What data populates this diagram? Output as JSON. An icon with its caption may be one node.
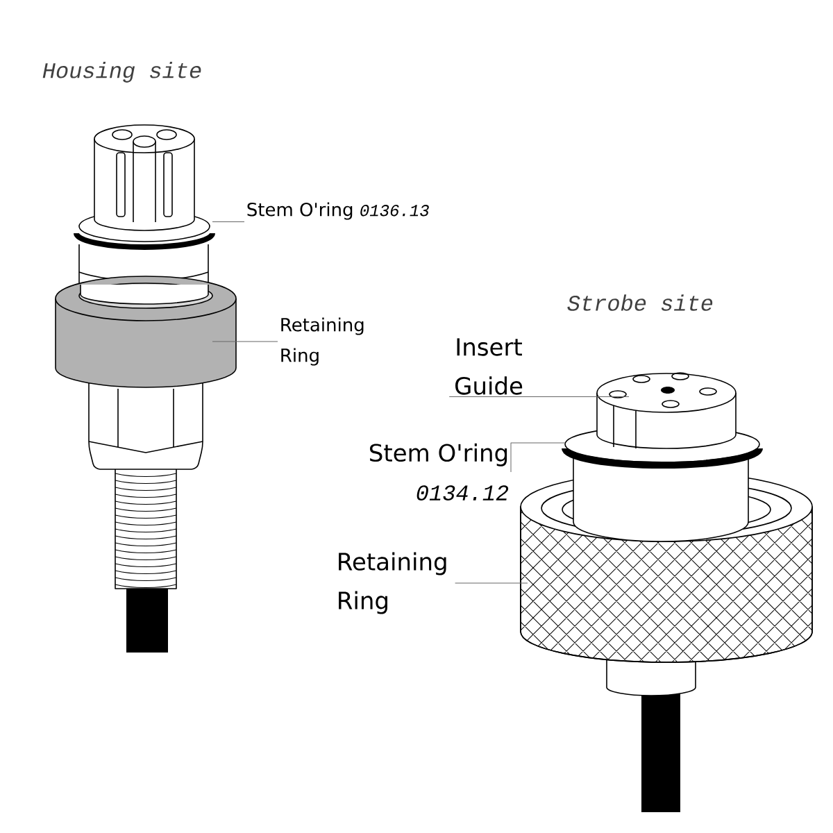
{
  "diagram": {
    "nodes": [
      {
        "text": [
          "Stem O'ring",
          "0136.13"
        ]
      },
      {
        "text": [
          "Retaining Ring"
        ]
      },
      {
        "text": [
          "Insert Guide"
        ]
      },
      {
        "text": [
          "Stem O'ring",
          "0134.12"
        ]
      },
      {
        "text": [
          "Retaining Ring"
        ]
      }
    ],
    "edges": [
      {
        "from": 0,
        "to": null,
        "arrow": "none"
      },
      {
        "from": 1,
        "to": null,
        "arrow": "none"
      },
      {
        "from": 2,
        "to": null,
        "arrow": "none"
      },
      {
        "from": 3,
        "to": null,
        "arrow": "none"
      },
      {
        "from": 4,
        "to": null,
        "arrow": "none"
      }
    ],
    "labels": [
      "Housing site",
      "Strobe site"
    ]
  }
}
